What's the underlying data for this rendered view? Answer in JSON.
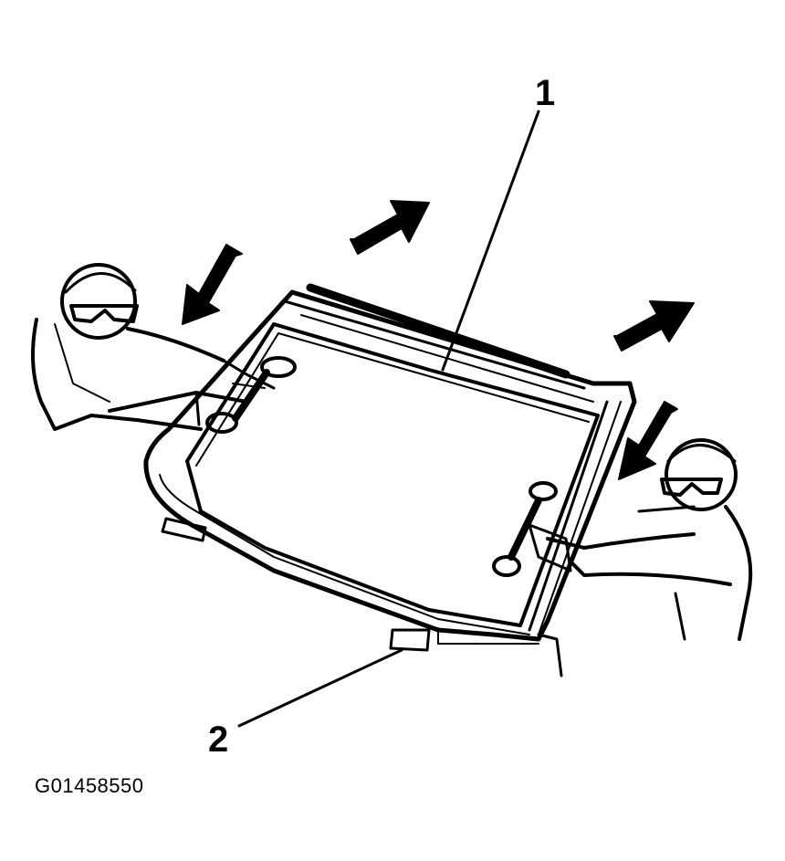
{
  "figure": {
    "callouts": [
      {
        "id": "1",
        "label": "1"
      },
      {
        "id": "2",
        "label": "2"
      }
    ],
    "figure_id": "G01458550"
  },
  "colors": {
    "ink": "#000000",
    "paper": "#ffffff"
  }
}
